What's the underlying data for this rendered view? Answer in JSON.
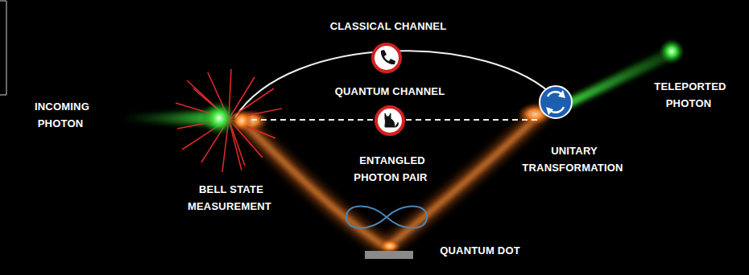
{
  "diagram": {
    "labels": [
      "CLASSICAL CHANNEL",
      "QUANTUM CHANNEL",
      "INCOMING PHOTON",
      "TELEPORTED PHOTON",
      "UNITARY TRANSFORMATION",
      "ENTANGLED PHOTON PAIR",
      "BELL STATE MEASUREMENT",
      "QUANTUM DOT"
    ]
  }
}
